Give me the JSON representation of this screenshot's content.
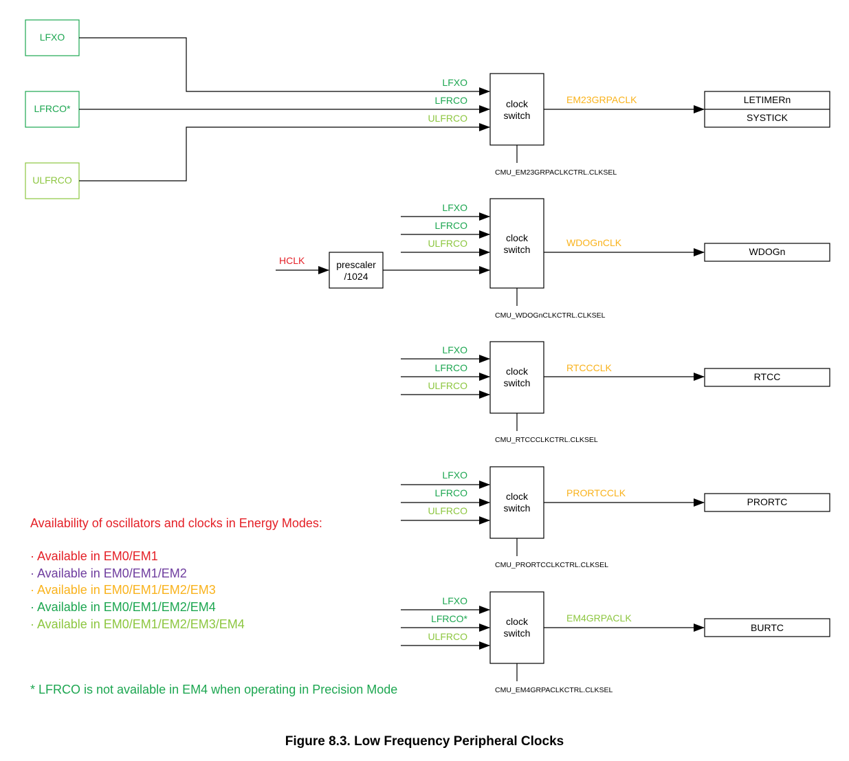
{
  "colors": {
    "red": "#e41f26",
    "purple": "#6e3c9e",
    "orange": "#f9b21b",
    "green": "#1ca650",
    "lightgreen": "#8cc63f",
    "black": "#000000"
  },
  "oscillators": {
    "lfxo": "LFXO",
    "lfrco": "LFRCO*",
    "ulfrco": "ULFRCO"
  },
  "signals": {
    "lfxo": "LFXO",
    "lfrco": "LFRCO",
    "lfrco_star": "LFRCO*",
    "ulfrco": "ULFRCO",
    "hclk": "HCLK"
  },
  "switch": {
    "line1": "clock",
    "line2": "switch"
  },
  "prescaler": {
    "line1": "prescaler",
    "line2": "/1024"
  },
  "groups": {
    "em23": {
      "clock": "EM23GRPACLK",
      "sel": "CMU_EM23GRPACLKCTRL.CLKSEL",
      "targets": [
        "LETIMERn",
        "SYSTICK"
      ]
    },
    "wdog": {
      "clock": "WDOGnCLK",
      "sel": "CMU_WDOGnCLKCTRL.CLKSEL",
      "targets": [
        "WDOGn"
      ]
    },
    "rtcc": {
      "clock": "RTCCCLK",
      "sel": "CMU_RTCCCLKCTRL.CLKSEL",
      "targets": [
        "RTCC"
      ]
    },
    "prortc": {
      "clock": "PRORTCCLK",
      "sel": "CMU_PRORTCCLKCTRL.CLKSEL",
      "targets": [
        "PRORTC"
      ]
    },
    "em4": {
      "clock": "EM4GRPACLK",
      "sel": "CMU_EM4GRPACLKCTRL.CLKSEL",
      "targets": [
        "BURTC"
      ]
    }
  },
  "legend": {
    "title": "Availability of oscillators and clocks in Energy Modes:",
    "items": [
      "· Available in EM0/EM1",
      "· Available in EM0/EM1/EM2",
      "· Available in EM0/EM1/EM2/EM3",
      "· Available in EM0/EM1/EM2/EM4",
      "· Available in EM0/EM1/EM2/EM3/EM4"
    ],
    "note": "* LFRCO is not available in EM4 when operating in Precision Mode"
  },
  "caption": "Figure 8.3.  Low Frequency Peripheral Clocks"
}
